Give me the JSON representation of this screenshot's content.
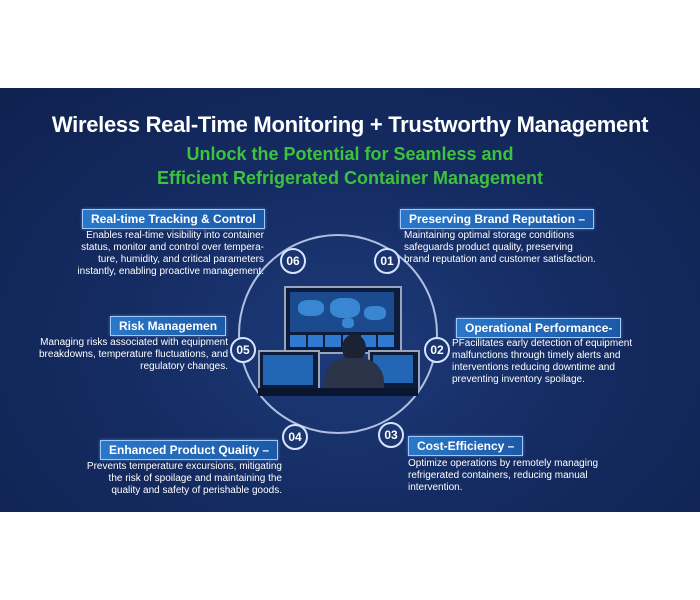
{
  "title": "Wireless Real-Time Monitoring + Trustworthy Management",
  "subtitle_line1": "Unlock the Potential for Seamless and",
  "subtitle_line2": "Efficient Refrigerated Container Management",
  "items": [
    {
      "num": "01",
      "label": "Preserving Brand Reputation –",
      "lines": [
        "Maintaining optimal storage conditions",
        "safeguards product quality, preserving",
        "brand reputation and customer satisfaction."
      ]
    },
    {
      "num": "02",
      "label": "Operational Performance-",
      "lines": [
        "PFacilitates early detection of equipment",
        "malfunctions through timely alerts and",
        "interventions reducing downtime and",
        "preventing inventory spoilage."
      ]
    },
    {
      "num": "03",
      "label": "Cost-Efficiency –",
      "lines": [
        "Optimize operations by remotely managing",
        "refrigerated containers, reducing manual",
        "intervention."
      ]
    },
    {
      "num": "04",
      "label": "Enhanced Product Quality –",
      "lines": [
        "Prevents temperature excursions, mitigating",
        "the risk of spoilage and maintaining the",
        "quality and safety of perishable goods."
      ]
    },
    {
      "num": "05",
      "label": "Risk Managemen",
      "lines": [
        "Managing risks associated with equipment",
        "breakdowns, temperature fluctuations, and",
        "regulatory changes."
      ]
    },
    {
      "num": "06",
      "label": "Real-time Tracking & Control",
      "lines": [
        "Enables real-time visibility into container",
        "status, monitor and control over tempera-",
        "ture, humidity, and critical parameters",
        "instantly, enabling proactive management."
      ]
    }
  ],
  "colors": {
    "background": "#152c63",
    "accent_green": "#3cc23c",
    "label_blue": "#2a77c9"
  }
}
